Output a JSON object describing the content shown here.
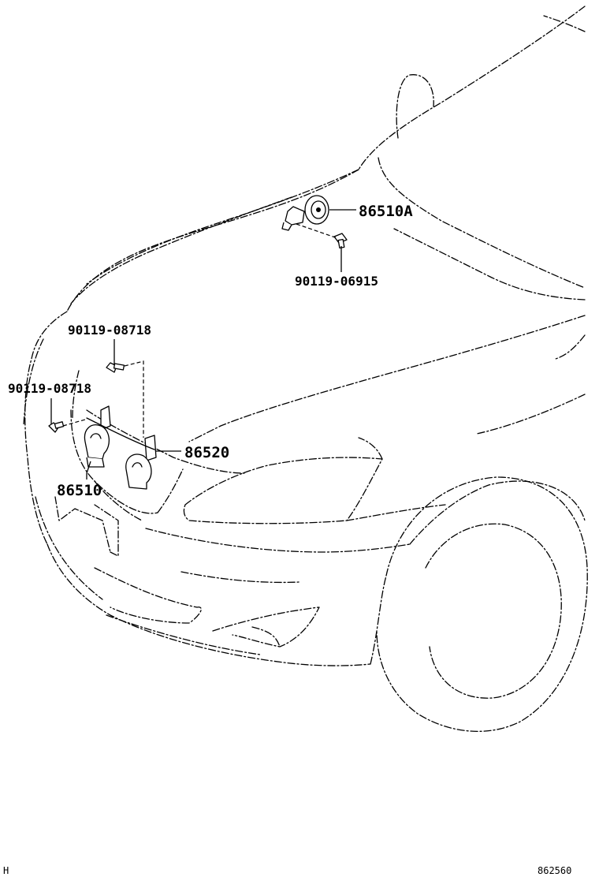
{
  "callouts": {
    "horn_a": "86510A",
    "bolt_upper": "90119-06915",
    "bolt_left_top": "90119-08718",
    "bolt_left_bottom": "90119-08718",
    "bracket": "86520",
    "horn_low": "86510"
  },
  "footer": {
    "left_code": "H",
    "diagram_id": "862560"
  }
}
